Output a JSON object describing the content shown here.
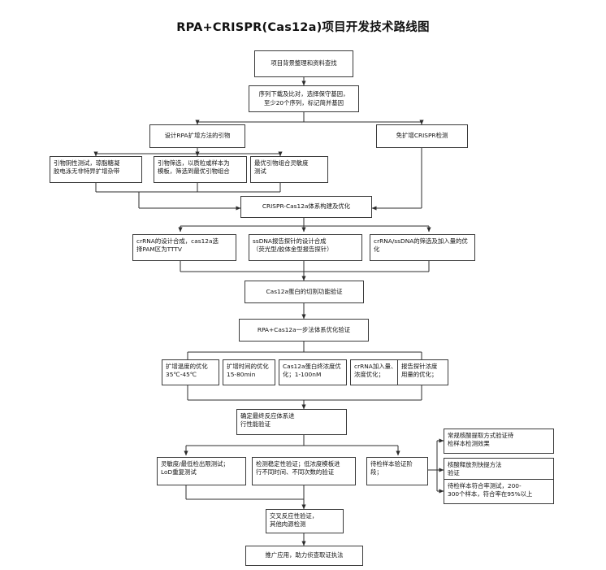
{
  "title": "RPA+CRISPR(Cas12a)项目开发技术路线图",
  "diagram": {
    "type": "flowchart",
    "orientation": "top-to-bottom",
    "nodes": {
      "n01": "项目背景整理和资料查找",
      "n02": "序列下载及比对，选择保守基因，\n至少20个序列，标记简并基因",
      "n03": "设计RPA扩增方法的引物",
      "n04": "免扩增CRISPR检测",
      "n05": "引物阴性测试，琼脂糖凝\n胶电泳无非特异扩增杂带",
      "n06": "引物筛选，以质粒或样本为\n模板，筛选到最优引物组合",
      "n07": "最优引物组合灵敏度\n测试",
      "n08": "CRISPR-Cas12a体系构建及优化",
      "n09": "crRNA的设计合成，cas12a选\n择PAM区为TTTV",
      "n10": "ssDNA报告探针的设计合成\n（荧光型/胶体金型报告探针）",
      "n11": "crRNA/ssDNA的筛选及加入量的优\n化",
      "n12": "Cas12a蛋白的切割功能验证",
      "n13": "RPA+Cas12a一步法体系优化验证",
      "n14": "扩增温度的优化\n35℃-45℃",
      "n15": "扩增时间的优化\n15-80min",
      "n16": "Cas12a蛋白终浓度优\n化；1-100nM",
      "n17": "crRNA加入量、\n浓度优化；",
      "n18": "报告探针浓度\n用量的优化；",
      "n19": "确定最终反应体系进\n行性能验证",
      "n20": "灵敏度/最低检出限测试；\nLoD重复测试",
      "n21": "检测稳定性验证；低浓度模板进\n行不同时间、不同次数的验证",
      "n22": "待检样本验证阶\n段；",
      "n23": "常规核酸提取方式验证待\n检样本检测效果",
      "n24": "核酸释放剂快提方法\n验证",
      "n25": "待检样本符合率测试，200-\n300个样本，符合率在95%以上",
      "n26": "交叉反应性验证，\n其他肉源检测",
      "n27": "推广应用，助力侦查取证执法"
    },
    "edges": [
      {
        "from": "n01",
        "to": "n02"
      },
      {
        "from": "n02",
        "to": "n03"
      },
      {
        "from": "n02",
        "to": "n04"
      },
      {
        "from": "n03",
        "to": "n05"
      },
      {
        "from": "n03",
        "to": "n06"
      },
      {
        "from": "n03",
        "to": "n07"
      },
      {
        "from": "n05",
        "to": "n08"
      },
      {
        "from": "n06",
        "to": "n08"
      },
      {
        "from": "n07",
        "to": "n08"
      },
      {
        "from": "n04",
        "to": "n08"
      },
      {
        "from": "n08",
        "to": "n09"
      },
      {
        "from": "n08",
        "to": "n10"
      },
      {
        "from": "n08",
        "to": "n11"
      },
      {
        "from": "n09",
        "to": "n12"
      },
      {
        "from": "n10",
        "to": "n12"
      },
      {
        "from": "n11",
        "to": "n12"
      },
      {
        "from": "n12",
        "to": "n13"
      },
      {
        "from": "n13",
        "to": "n14"
      },
      {
        "from": "n13",
        "to": "n15"
      },
      {
        "from": "n13",
        "to": "n16"
      },
      {
        "from": "n13",
        "to": "n17"
      },
      {
        "from": "n13",
        "to": "n18"
      },
      {
        "from": "n14",
        "to": "n19"
      },
      {
        "from": "n15",
        "to": "n19"
      },
      {
        "from": "n16",
        "to": "n19"
      },
      {
        "from": "n17",
        "to": "n19"
      },
      {
        "from": "n18",
        "to": "n19"
      },
      {
        "from": "n19",
        "to": "n20"
      },
      {
        "from": "n19",
        "to": "n21"
      },
      {
        "from": "n19",
        "to": "n22"
      },
      {
        "from": "n22",
        "to": "n23"
      },
      {
        "from": "n22",
        "to": "n24"
      },
      {
        "from": "n22",
        "to": "n25"
      },
      {
        "from": "n20",
        "to": "n26"
      },
      {
        "from": "n21",
        "to": "n26"
      },
      {
        "from": "n26",
        "to": "n27"
      }
    ]
  },
  "colors": {
    "border": "#3a3a3a",
    "text": "#111111",
    "background": "#ffffff"
  }
}
